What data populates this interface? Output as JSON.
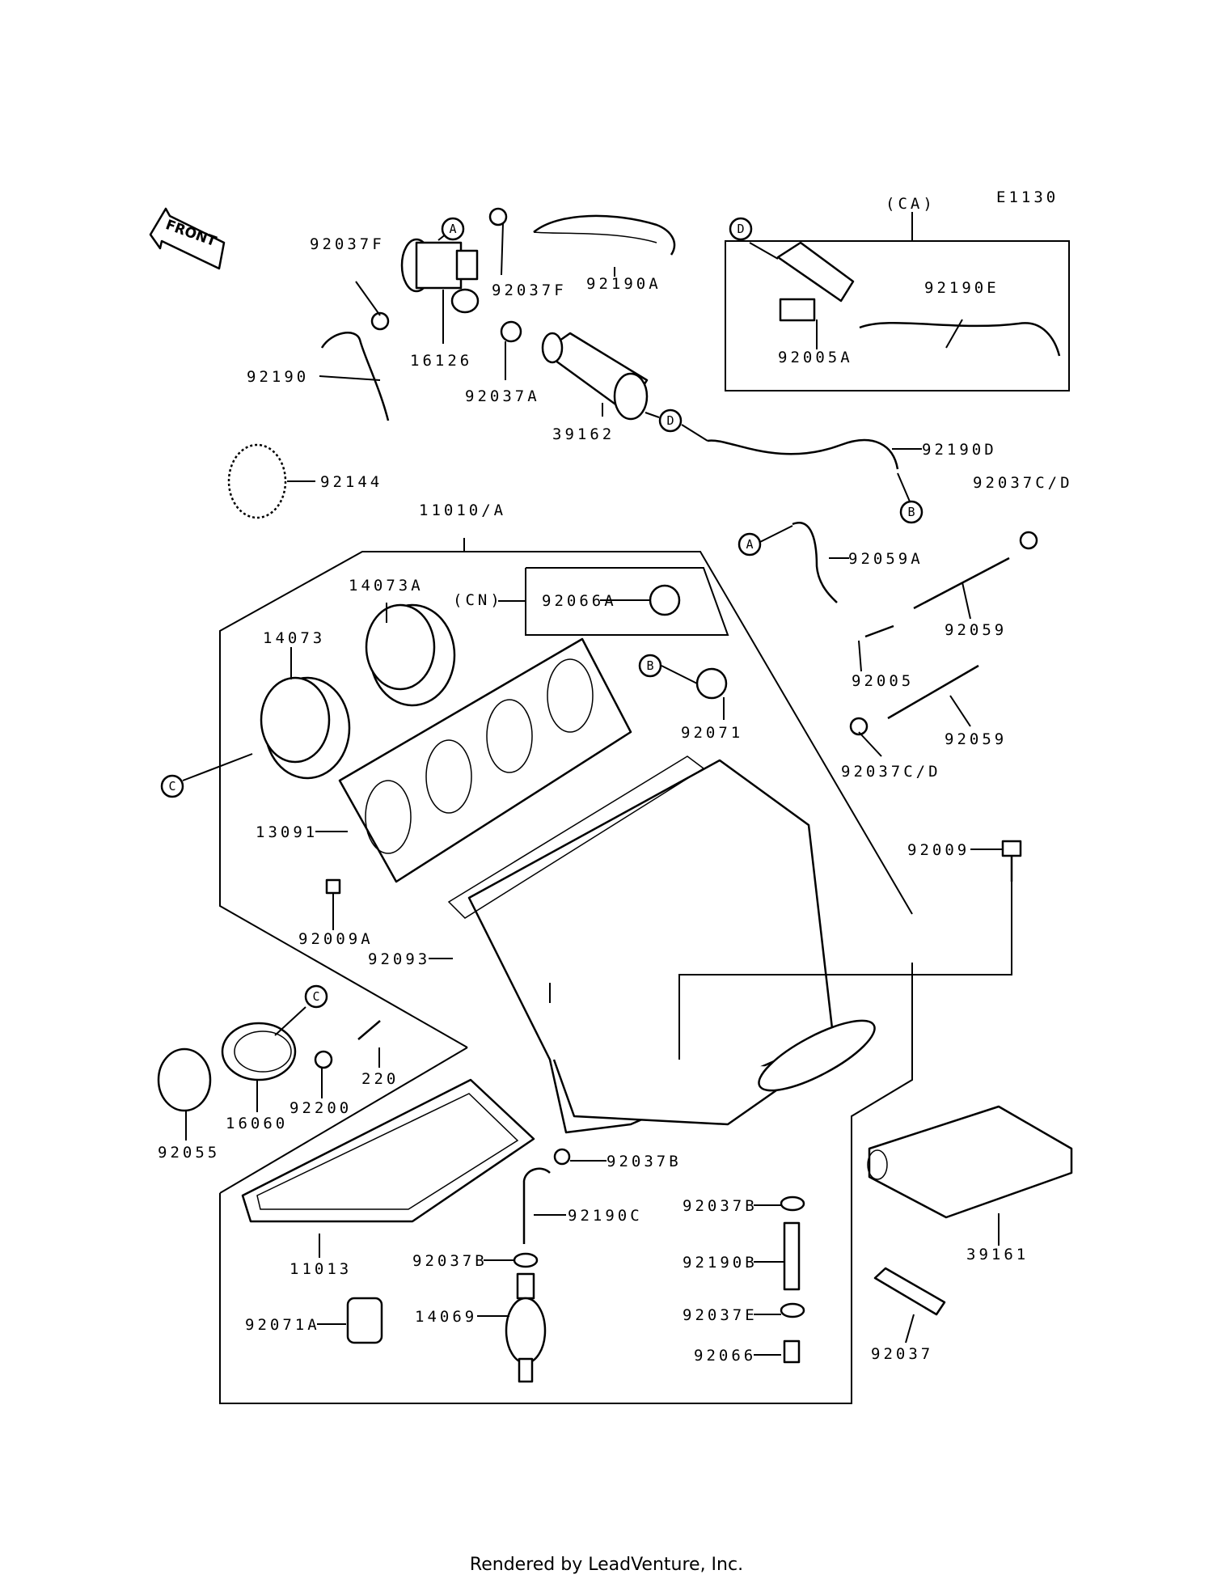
{
  "diagram_code": "E1130",
  "front_label": "FRONT",
  "footer": "Rendered by LeadVenture, Inc.",
  "groups": [
    {
      "id": "ca",
      "label": "(CA)"
    },
    {
      "id": "cn",
      "label": "(CN)"
    }
  ],
  "callouts": [
    "A",
    "A",
    "B",
    "B",
    "C",
    "C",
    "D",
    "D"
  ],
  "parts": [
    {
      "id": "p-92037F-a",
      "label": "92037F"
    },
    {
      "id": "p-16126",
      "label": "16126"
    },
    {
      "id": "p-92037F-b",
      "label": "92037F"
    },
    {
      "id": "p-92190A",
      "label": "92190A"
    },
    {
      "id": "p-92190",
      "label": "92190"
    },
    {
      "id": "p-92037A",
      "label": "92037A"
    },
    {
      "id": "p-39162",
      "label": "39162"
    },
    {
      "id": "p-92190E",
      "label": "92190E"
    },
    {
      "id": "p-92005A",
      "label": "92005A"
    },
    {
      "id": "p-92190D",
      "label": "92190D"
    },
    {
      "id": "p-92144",
      "label": "92144"
    },
    {
      "id": "p-11010A",
      "label": "11010/A"
    },
    {
      "id": "p-92037CD-a",
      "label": "92037C/D"
    },
    {
      "id": "p-14073A",
      "label": "14073A"
    },
    {
      "id": "p-92066A",
      "label": "92066A"
    },
    {
      "id": "p-92059A",
      "label": "92059A"
    },
    {
      "id": "p-14073",
      "label": "14073"
    },
    {
      "id": "p-92059-a",
      "label": "92059"
    },
    {
      "id": "p-92005",
      "label": "92005"
    },
    {
      "id": "p-92071",
      "label": "92071"
    },
    {
      "id": "p-92059-b",
      "label": "92059"
    },
    {
      "id": "p-92037CD-b",
      "label": "92037C/D"
    },
    {
      "id": "p-13091",
      "label": "13091"
    },
    {
      "id": "p-92009",
      "label": "92009"
    },
    {
      "id": "p-92009A",
      "label": "92009A"
    },
    {
      "id": "p-92093",
      "label": "92093"
    },
    {
      "id": "p-220",
      "label": "220"
    },
    {
      "id": "p-92200",
      "label": "92200"
    },
    {
      "id": "p-16060",
      "label": "16060"
    },
    {
      "id": "p-92055",
      "label": "92055"
    },
    {
      "id": "p-92037B-a",
      "label": "92037B"
    },
    {
      "id": "p-92190C",
      "label": "92190C"
    },
    {
      "id": "p-92037B-b",
      "label": "92037B"
    },
    {
      "id": "p-39161",
      "label": "39161"
    },
    {
      "id": "p-11013",
      "label": "11013"
    },
    {
      "id": "p-92037B-c",
      "label": "92037B"
    },
    {
      "id": "p-92190B",
      "label": "92190B"
    },
    {
      "id": "p-14069",
      "label": "14069"
    },
    {
      "id": "p-92071A",
      "label": "92071A"
    },
    {
      "id": "p-92037E",
      "label": "92037E"
    },
    {
      "id": "p-92037",
      "label": "92037"
    },
    {
      "id": "p-92066",
      "label": "92066"
    }
  ]
}
